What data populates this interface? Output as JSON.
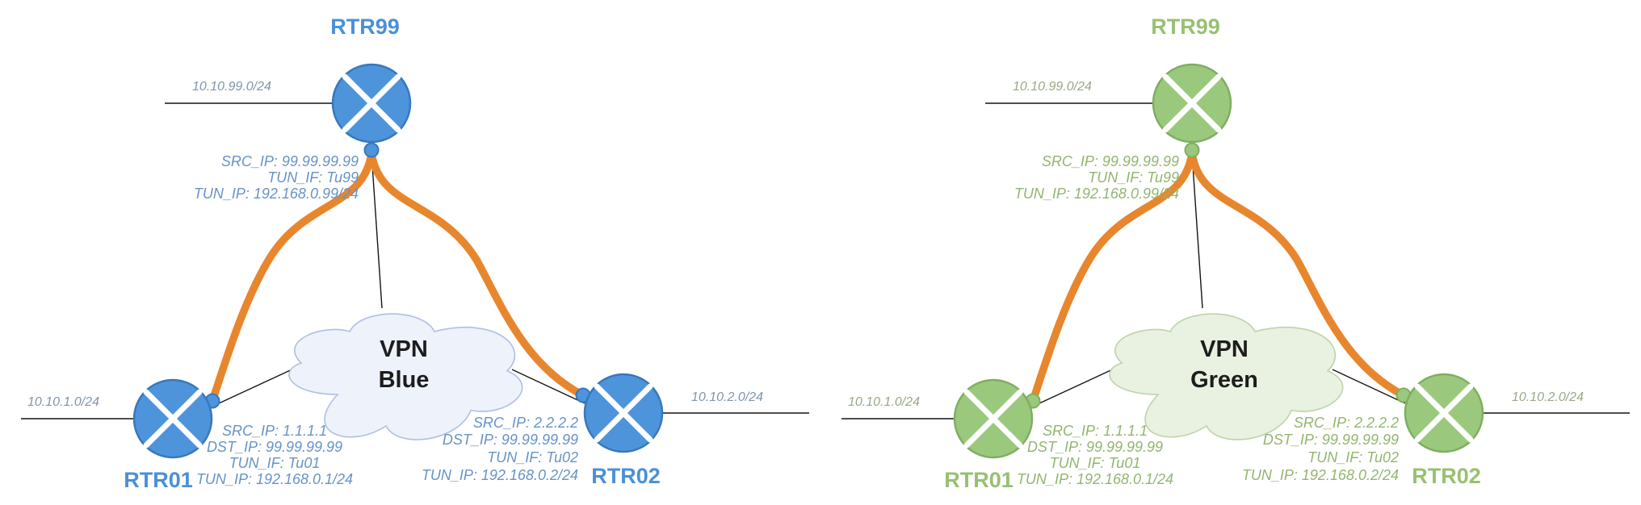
{
  "diagrams": {
    "blue": {
      "cloud": {
        "line1": "VPN",
        "line2": "Blue"
      },
      "routers": {
        "rtr99": {
          "name": "RTR99",
          "network": "10.10.99.0/24",
          "src_ip": "SRC_IP: 99.99.99.99",
          "tun_if": "TUN_IF: Tu99",
          "tun_ip": "TUN_IP: 192.168.0.99/24"
        },
        "rtr01": {
          "name": "RTR01",
          "network": "10.10.1.0/24",
          "src_ip": "SRC_IP: 1.1.1.1",
          "dst_ip": "DST_IP: 99.99.99.99",
          "tun_if": "TUN_IF: Tu01",
          "tun_ip": "TUN_IP: 192.168.0.1/24"
        },
        "rtr02": {
          "name": "RTR02",
          "network": "10.10.2.0/24",
          "src_ip": "SRC_IP: 2.2.2.2",
          "dst_ip": "DST_IP: 99.99.99.99",
          "tun_if": "TUN_IF: Tu02",
          "tun_ip": "TUN_IP: 192.168.0.2/24"
        }
      },
      "colors": {
        "router_fill": "#4d94db",
        "router_stroke": "#3877bd",
        "label_text": "#4a90d8",
        "info_text": "#6693c7",
        "cloud_fill": "#eef2fb",
        "cloud_stroke": "#aebfdf",
        "tunnel": "#e8862d"
      }
    },
    "green": {
      "cloud": {
        "line1": "VPN",
        "line2": "Green"
      },
      "routers": {
        "rtr99": {
          "name": "RTR99",
          "network": "10.10.99.0/24",
          "src_ip": "SRC_IP: 99.99.99.99",
          "tun_if": "TUN_IF: Tu99",
          "tun_ip": "TUN_IP: 192.168.0.99/24"
        },
        "rtr01": {
          "name": "RTR01",
          "network": "10.10.1.0/24",
          "src_ip": "SRC_IP: 1.1.1.1",
          "dst_ip": "DST_IP: 99.99.99.99",
          "tun_if": "TUN_IF: Tu01",
          "tun_ip": "TUN_IP: 192.168.0.1/24"
        },
        "rtr02": {
          "name": "RTR02",
          "network": "10.10.2.0/24",
          "src_ip": "SRC_IP: 2.2.2.2",
          "dst_ip": "DST_IP: 99.99.99.99",
          "tun_if": "TUN_IF: Tu02",
          "tun_ip": "TUN_IP: 192.168.0.2/24"
        }
      },
      "colors": {
        "router_fill": "#9ac97e",
        "router_stroke": "#7fae60",
        "label_text": "#97c172",
        "info_text": "#92b56f",
        "cloud_fill": "#e9f1e1",
        "cloud_stroke": "#bdd3a8",
        "tunnel": "#e8862d"
      }
    }
  }
}
